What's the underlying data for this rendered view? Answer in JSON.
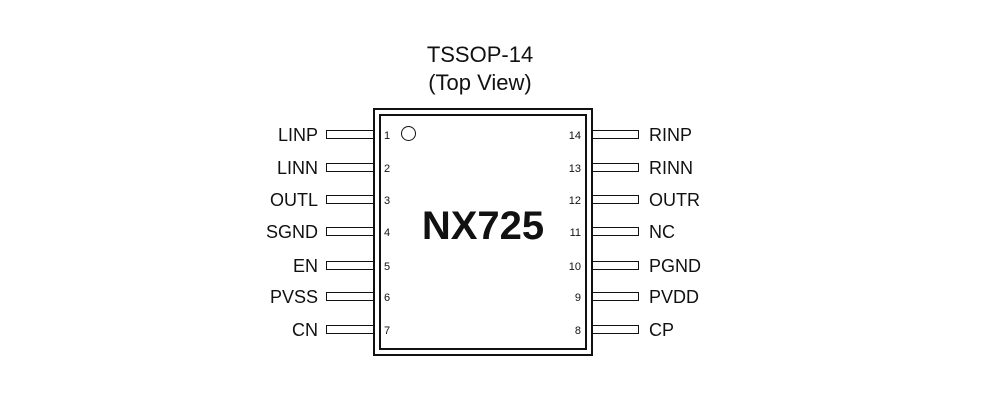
{
  "package": {
    "name": "TSSOP-14",
    "view": "(Top View)"
  },
  "chip": {
    "name": "NX725"
  },
  "pins_left": [
    {
      "num": "1",
      "name": "LINP"
    },
    {
      "num": "2",
      "name": "LINN"
    },
    {
      "num": "3",
      "name": "OUTL"
    },
    {
      "num": "4",
      "name": "SGND"
    },
    {
      "num": "5",
      "name": "EN"
    },
    {
      "num": "6",
      "name": "PVSS"
    },
    {
      "num": "7",
      "name": "CN"
    }
  ],
  "pins_right": [
    {
      "num": "14",
      "name": "RINP"
    },
    {
      "num": "13",
      "name": "RINN"
    },
    {
      "num": "12",
      "name": "OUTR"
    },
    {
      "num": "11",
      "name": "NC"
    },
    {
      "num": "10",
      "name": "PGND"
    },
    {
      "num": "9",
      "name": "PVDD"
    },
    {
      "num": "8",
      "name": "CP"
    }
  ]
}
